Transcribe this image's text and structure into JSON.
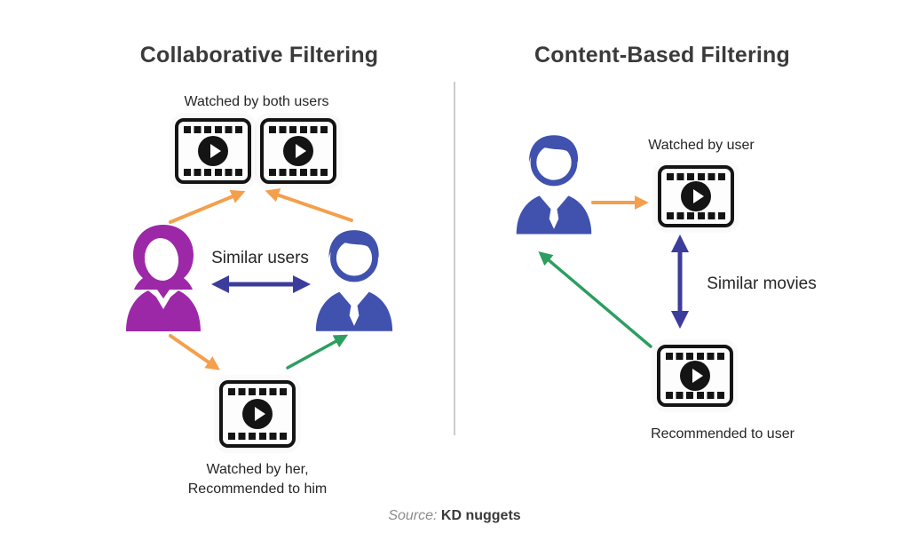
{
  "left_panel": {
    "title": "Collaborative Filtering",
    "top_label": "Watched by both users",
    "center_label": "Similar users",
    "bottom_label_line1": "Watched by her,",
    "bottom_label_line2": "Recommended to him"
  },
  "right_panel": {
    "title": "Content-Based Filtering",
    "top_label": "Watched by user",
    "center_label": "Similar movies",
    "bottom_label": "Recommended to user"
  },
  "footer": {
    "source_label": "Source:",
    "source_value": "KD nuggets"
  },
  "icons": {
    "film": "film-play-icon",
    "female_user": "female-user-icon",
    "male_user": "male-user-icon"
  },
  "arrows": [
    {
      "name": "woman-to-both-watched-films",
      "color": "orange",
      "direction": "up"
    },
    {
      "name": "man-to-both-watched-films",
      "color": "orange",
      "direction": "up"
    },
    {
      "name": "similar-users-link",
      "color": "indigo",
      "direction": "bidirectional"
    },
    {
      "name": "woman-to-recommended-film",
      "color": "orange",
      "direction": "down"
    },
    {
      "name": "recommended-film-to-man",
      "color": "green",
      "direction": "up"
    },
    {
      "name": "user-to-watched-film",
      "color": "orange",
      "direction": "right"
    },
    {
      "name": "similar-movies-link",
      "color": "indigo",
      "direction": "bidirectional"
    },
    {
      "name": "recommended-film-to-user",
      "color": "green",
      "direction": "up-left"
    }
  ],
  "colors": {
    "purple_user": "#9C28A8",
    "blue_user": "#4052AE",
    "orange_arrow": "#F49F4C",
    "green_arrow": "#2C9E60",
    "indigo_arrow": "#3C3D9B",
    "title_text": "#3A3A3A",
    "label_text": "#262626",
    "divider": "#CCCCCC",
    "source_label_text": "#8C8C8C",
    "film_icon": "#141414"
  }
}
